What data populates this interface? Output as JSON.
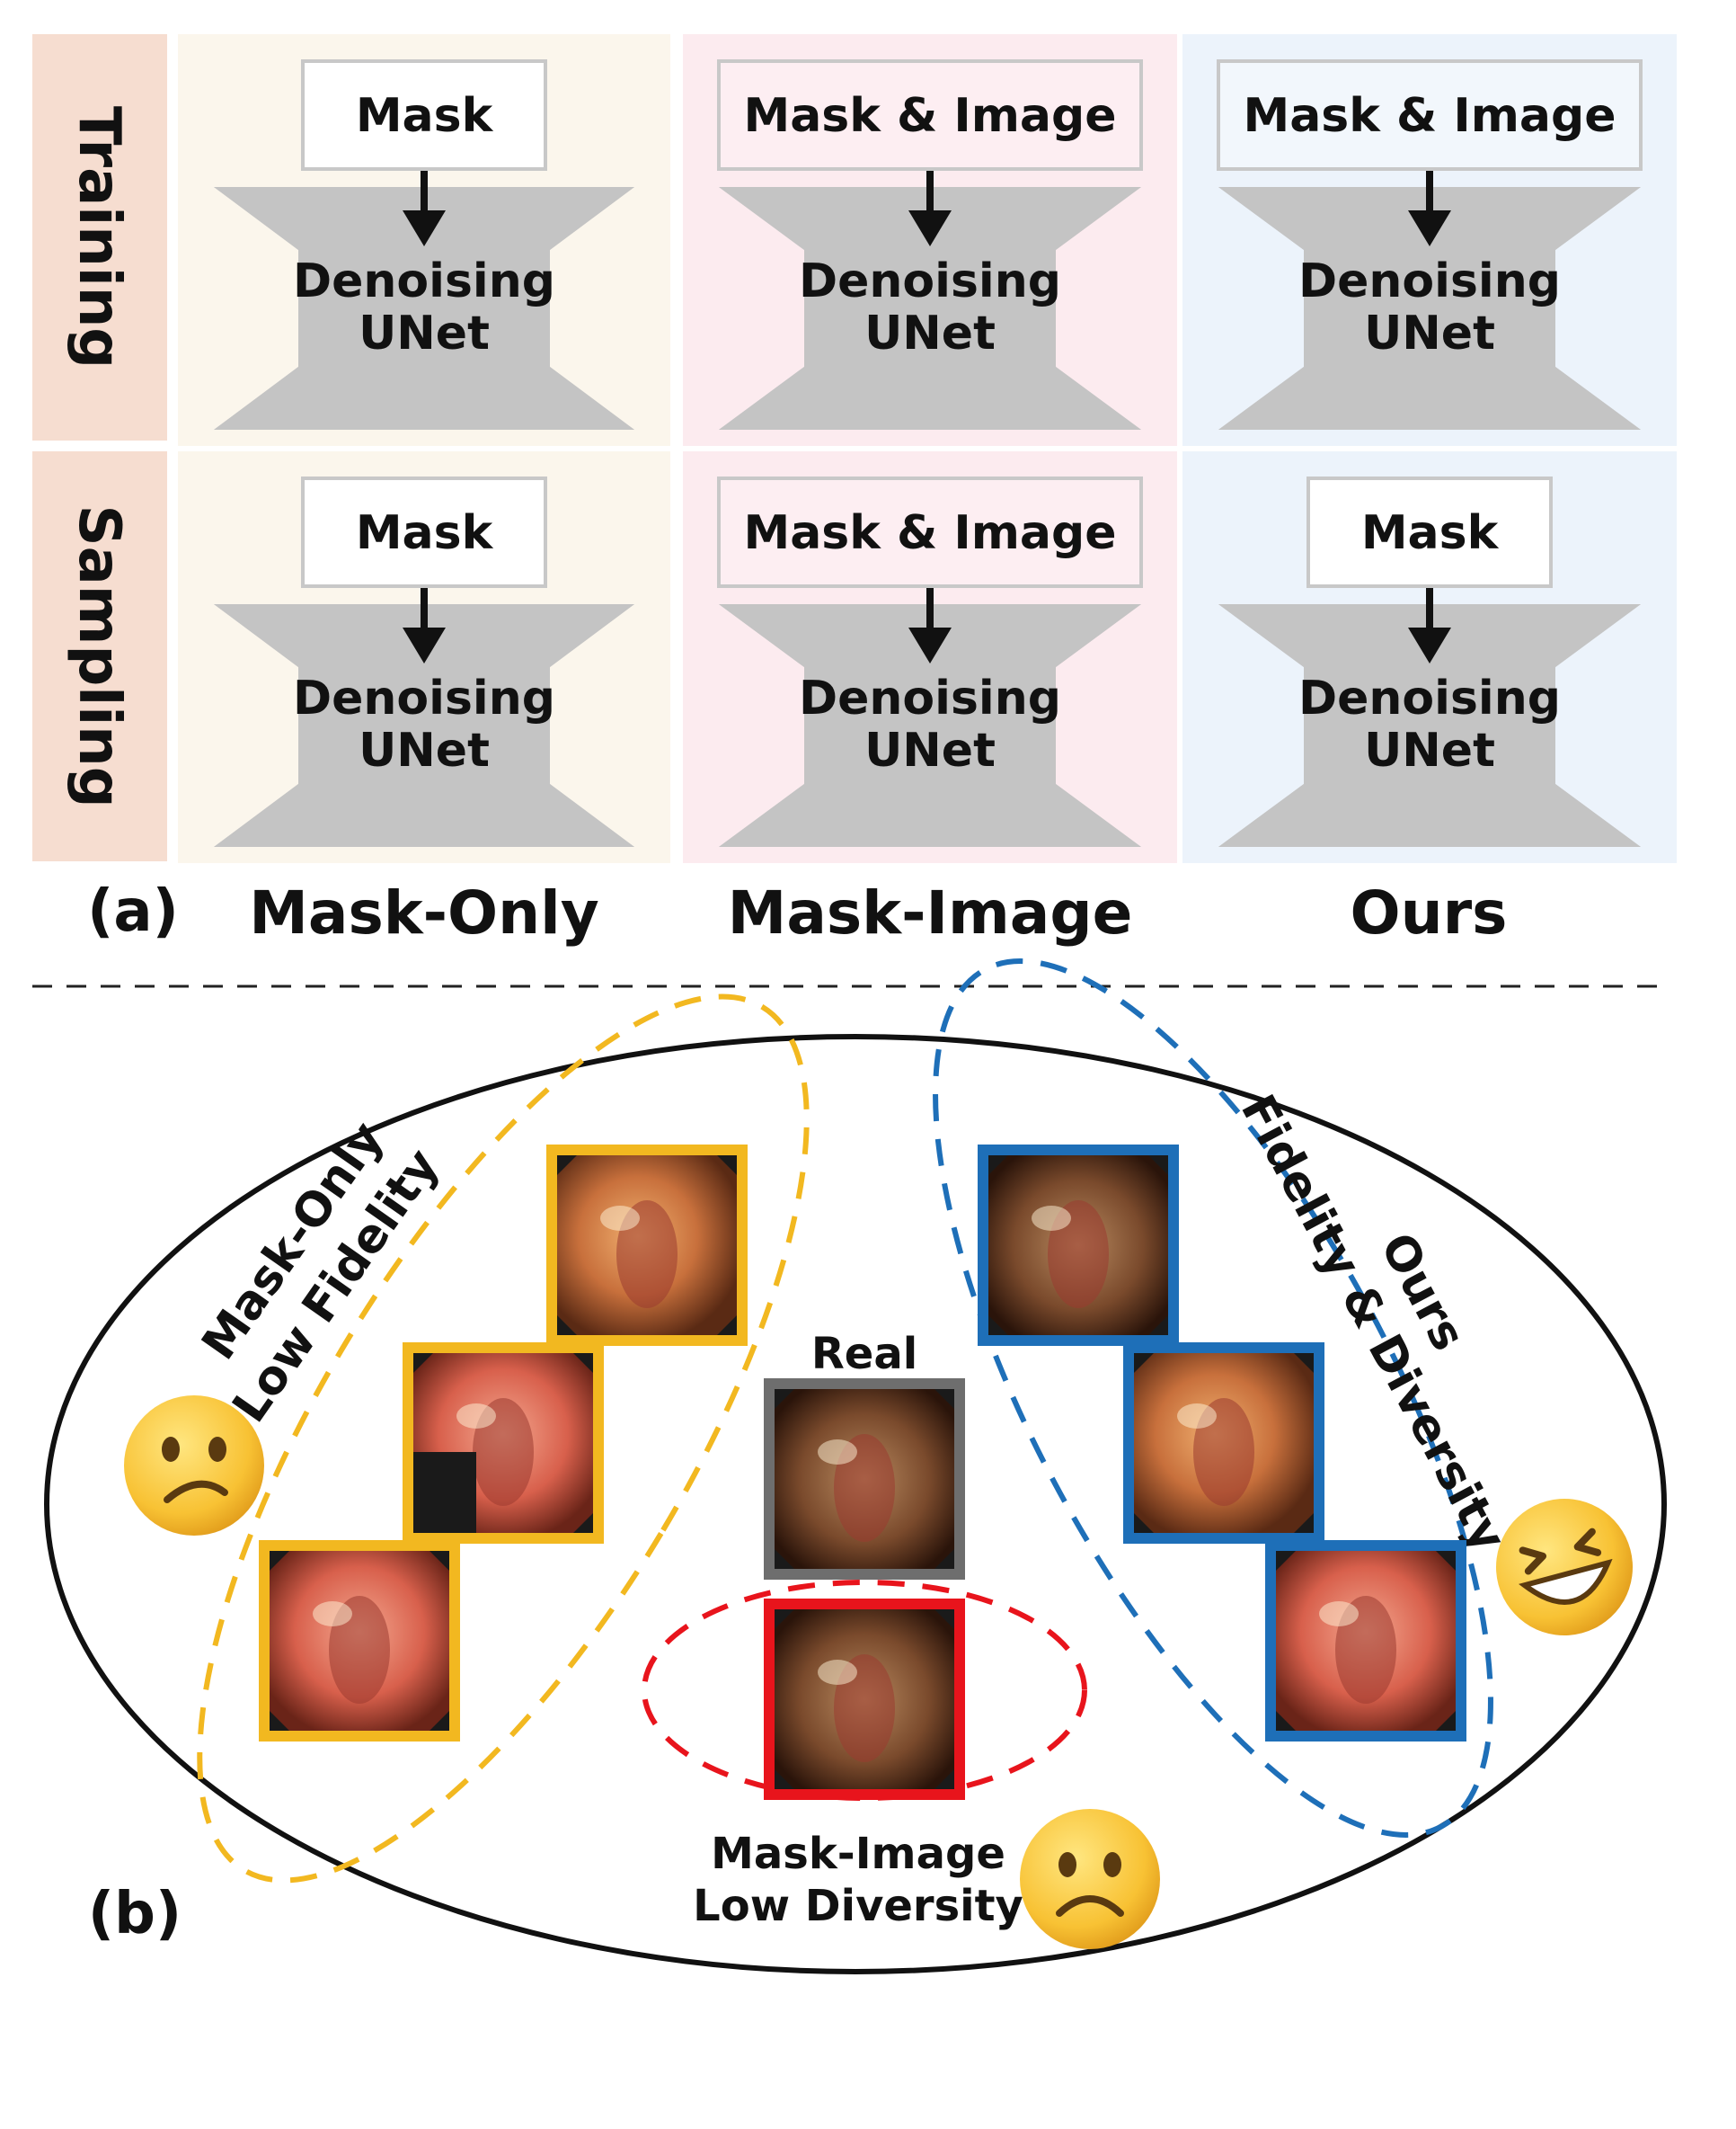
{
  "panel_a": {
    "label": "(a)",
    "row_labels": {
      "training": "Training",
      "sampling": "Sampling"
    },
    "columns": [
      {
        "name": "Mask-Only",
        "color": "#f2b820",
        "bg": "#fbf6ec",
        "training_input": "Mask",
        "sampling_input": "Mask",
        "box_fill": "#ffffff",
        "unet_line1": "Denoising",
        "unet_line2": "UNet"
      },
      {
        "name": "Mask-Image",
        "color": "#e8141c",
        "bg": "#fcebef",
        "training_input": "Mask & Image",
        "sampling_input": "Mask & Image",
        "box_fill": "#fdeef2",
        "unet_line1": "Denoising",
        "unet_line2": "UNet"
      },
      {
        "name": "Ours",
        "color": "#1e6fb8",
        "bg": "#ecf3fb",
        "training_input": "Mask & Image",
        "sampling_input": "Mask",
        "box_fill": "#f2f7fc",
        "unet_line1": "Denoising",
        "unet_line2": "UNet"
      }
    ],
    "row_label_bg": "#f6ddd0",
    "unet_color": "#c4c4c4"
  },
  "panel_b": {
    "label": "(b)",
    "groups": {
      "mask_only": {
        "line1": "Mask-Only",
        "line2": "Low Fidelity",
        "color": "#f2b820"
      },
      "ours": {
        "line1": "Ours",
        "line2": "Fidelity & Diversity",
        "color": "#1e6fb8"
      },
      "mask_image": {
        "line1": "Mask-Image",
        "line2": "Low Diversity",
        "color": "#e8141c"
      },
      "real": {
        "label": "Real",
        "color": "#6e6e6e"
      }
    },
    "emojis": {
      "mask_only": "slightly-frowning-face",
      "mask_image": "frowning-face",
      "ours": "grinning-squinting-face"
    }
  }
}
